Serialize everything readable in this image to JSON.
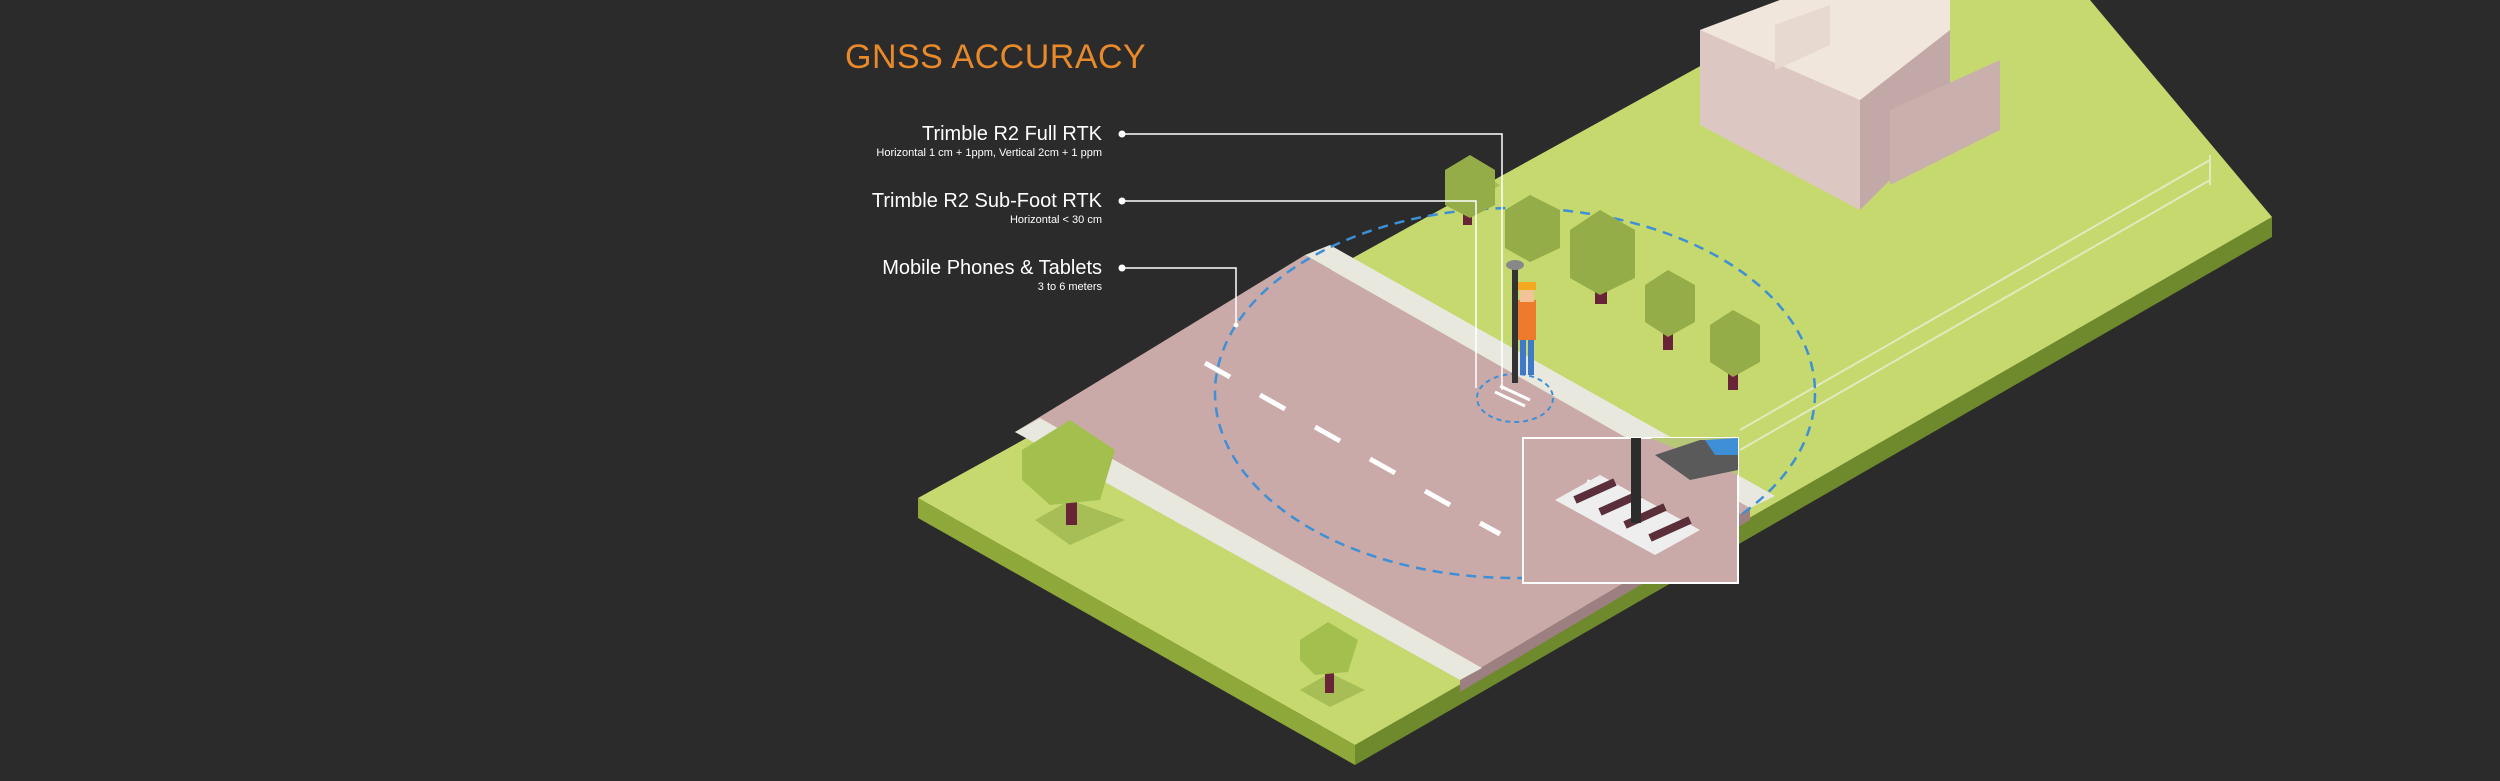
{
  "title": "GNSS ACCURACY",
  "legend": [
    {
      "name": "Trimble R2 Full RTK",
      "spec": "Horizontal 1 cm + 1ppm, Vertical 2cm + 1 ppm"
    },
    {
      "name": "Trimble R2 Sub-Foot RTK",
      "spec": "Horizontal < 30 cm"
    },
    {
      "name": "Mobile Phones & Tablets",
      "spec": "3 to 6 meters"
    }
  ],
  "colors": {
    "background": "#2b2b2b",
    "title": "#e8892a",
    "grass": "#c5d96e",
    "road": "#c9aaa9",
    "accuracy_ring": "#3f8fd6",
    "leader_line": "#ffffff"
  },
  "icons": [
    "tree-icon",
    "building-icon",
    "surveyor-icon",
    "gnss-pole-icon",
    "crosswalk-icon",
    "car-icon",
    "fence-icon"
  ]
}
